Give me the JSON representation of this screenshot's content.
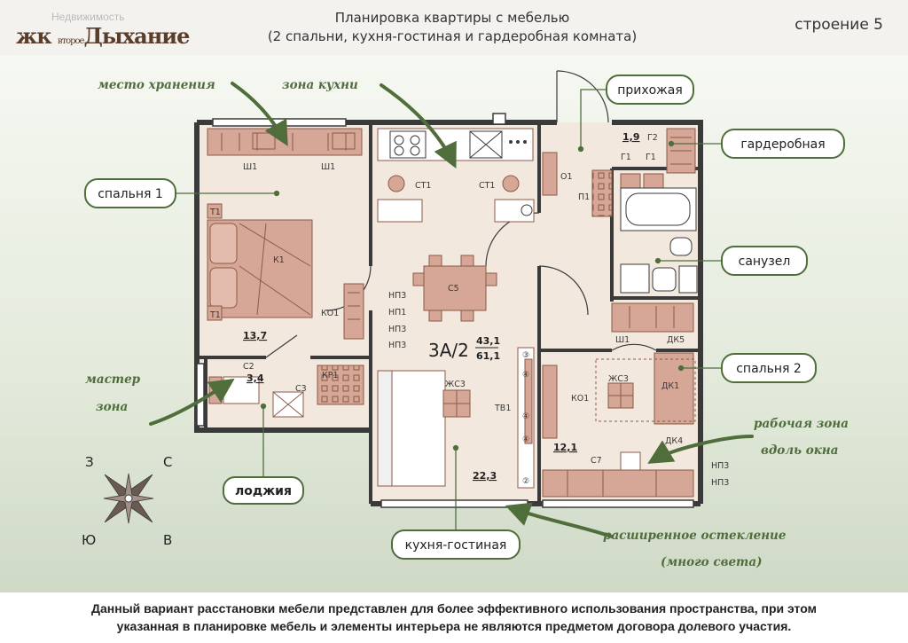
{
  "header": {
    "watermark": "Недвижимость",
    "logo_small": "второе",
    "logo_prefix": "жк",
    "logo_main": "Дыхание",
    "title_line1": "Планировка квартиры с мебелью",
    "title_line2": "(2 спальни, кухня-гостиная и гардеробная комната)",
    "building": "строение 5"
  },
  "callouts": {
    "bedroom1": "спальня 1",
    "hallway": "прихожая",
    "wardrobe": "гардеробная",
    "bathroom": "санузел",
    "bedroom2": "спальня 2",
    "loggia": "лоджия",
    "kitchen_living": "кухня-гостиная"
  },
  "annotations": {
    "storage": "место хранения",
    "kitchen_zone": "зона кухни",
    "master_line1": "мастер",
    "master_line2": "зона",
    "work_line1": "рабочая зона",
    "work_line2": "вдоль окна",
    "glazing_line1": "расширенное остекление",
    "glazing_line2": "(много света)"
  },
  "plan": {
    "apt_code": "3А/2",
    "area_total_a": "43,1",
    "area_total_b": "61,1",
    "areas": {
      "bedroom1": "13,7",
      "loggia": "3,4",
      "kitchen": "22,3",
      "bedroom2": "12,1",
      "wardrobe": "1,9"
    },
    "furniture": {
      "sh1a": "Ш1",
      "sh1b": "Ш1",
      "t1a": "Т1",
      "t1b": "Т1",
      "k1": "К1",
      "ko1a": "КО1",
      "ct1a": "СТ1",
      "ct1b": "СТ1",
      "c5": "С5",
      "np3a": "НП3",
      "np1": "НП1",
      "np3b": "НП3",
      "np3c": "НП3",
      "c2": "С2",
      "kp1": "КР1",
      "c3": "С3",
      "zhs3a": "ЖС3",
      "tv1": "ТВ1",
      "o1": "О1",
      "p1": "П1",
      "g2": "Г2",
      "g1a": "Г1",
      "g1b": "Г1",
      "sh1c": "Ш1",
      "dk5": "ДК5",
      "zhs3b": "ЖС3",
      "dk1": "ДК1",
      "ko1b": "КО1",
      "dk4": "ДК4",
      "c7": "С7",
      "np3d": "НП3",
      "np3e": "НП3"
    },
    "shelf_marks": [
      "③",
      "④",
      "④",
      "④",
      "②"
    ]
  },
  "compass": {
    "n": "С",
    "w": "З",
    "s": "Ю",
    "e": "В"
  },
  "footer": {
    "line1": "Данный вариант расстановки мебели представлен для более эффективного использования пространства, при этом",
    "line2": "указанная в планировке мебель и элементы интерьера не являются предметом договора долевого участия."
  },
  "colors": {
    "floor": "#f2e8de",
    "wall": "#3a3a3a",
    "furniture": "#d6a796",
    "green": "#4f6e3c",
    "callout_border": "#4f6e3c"
  }
}
